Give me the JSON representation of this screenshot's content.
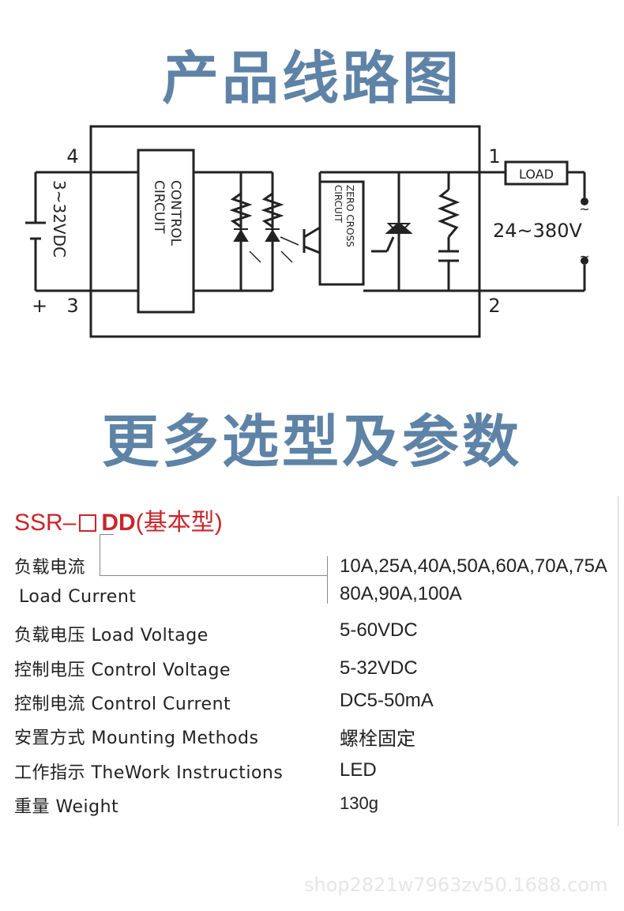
{
  "headings": {
    "circuit": "产品线路图",
    "options": "更多选型及参数"
  },
  "diagram": {
    "pin4": "4",
    "pin3": "3",
    "pin1": "1",
    "pin2": "2",
    "plus": "+",
    "control_voltage": "3~32VDC",
    "control_circuit_line1": "CONTROL",
    "control_circuit_line2": "CIRCUIT",
    "zero_cross_line1": "ZERO CROSS",
    "zero_cross_line2": "CIRCUIT",
    "load": "LOAD",
    "load_voltage": "24~380V",
    "ac_symbol_top": "~",
    "ac_symbol_bottom": "~"
  },
  "model": {
    "prefix": "SSR–",
    "suffix": "DD",
    "type": "(基本型)"
  },
  "specs": {
    "load_current": {
      "label_cn": "负载电流",
      "label_en": "Load Current",
      "value_line1": "10A,25A,40A,50A,60A,70A,75A",
      "value_line2": "80A,90A,100A"
    },
    "load_voltage": {
      "label": "负载电压 Load Voltage",
      "value": "5-60VDC"
    },
    "control_voltage": {
      "label": "控制电压 Control Voltage",
      "value": "5-32VDC"
    },
    "control_current": {
      "label": "控制电流 Control Current",
      "value": "DC5-50mA"
    },
    "mounting": {
      "label": "安置方式 Mounting Methods",
      "value": "螺栓固定"
    },
    "indicator": {
      "label": "工作指示 TheWork Instructions",
      "value": "LED"
    },
    "weight": {
      "label": "重量 Weight",
      "value": "130g"
    }
  },
  "footer": "shop2821w7963zv50.1688.com"
}
